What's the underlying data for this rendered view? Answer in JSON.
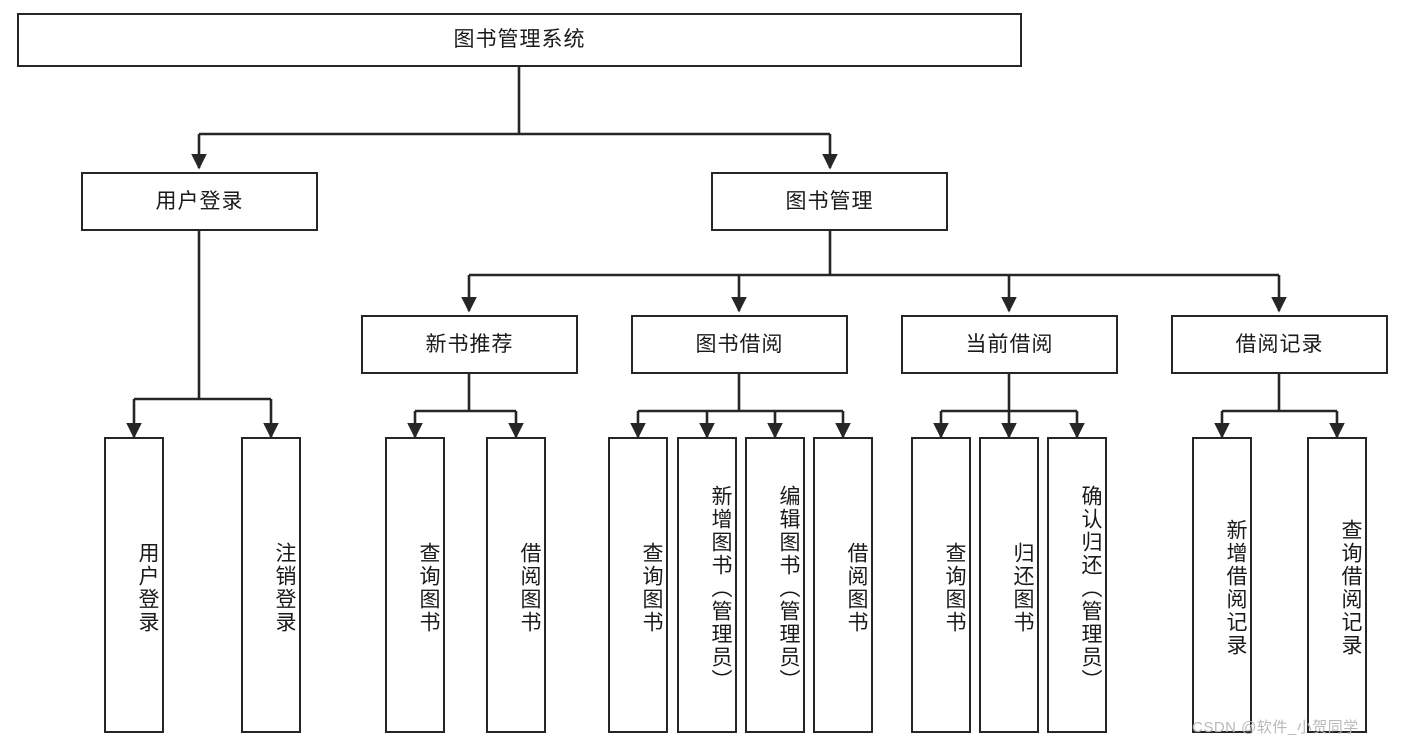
{
  "diagram": {
    "title": "图书管理系统",
    "type": "functional-decomposition-tree",
    "watermark": "CSDN @软件_小贺同学",
    "colors": {
      "stroke": "#262626",
      "text": "#1a1a1a",
      "background": "#ffffff",
      "watermark": "#b9b9b9"
    },
    "nodes": {
      "root": {
        "label": "图书管理系统"
      },
      "level2": [
        {
          "id": "user-login",
          "label": "用户登录"
        },
        {
          "id": "book-manage",
          "label": "图书管理"
        }
      ],
      "level3": [
        {
          "id": "new-book-rec",
          "label": "新书推荐"
        },
        {
          "id": "book-borrow",
          "label": "图书借阅"
        },
        {
          "id": "current-borrow",
          "label": "当前借阅"
        },
        {
          "id": "borrow-record",
          "label": "借阅记录"
        }
      ],
      "leaves": [
        {
          "id": "leaf-user-login",
          "label": "用户登录",
          "parent": "user-login"
        },
        {
          "id": "leaf-logout-login",
          "label": "注销登录",
          "parent": "user-login"
        },
        {
          "id": "leaf-query-book-1",
          "label": "查询图书",
          "parent": "new-book-rec"
        },
        {
          "id": "leaf-borrow-book-1",
          "label": "借阅图书",
          "parent": "new-book-rec"
        },
        {
          "id": "leaf-query-book-2",
          "label": "查询图书",
          "parent": "book-borrow"
        },
        {
          "id": "leaf-add-book",
          "label": "新增图书（管理员）",
          "parent": "book-borrow"
        },
        {
          "id": "leaf-edit-book",
          "label": "编辑图书（管理员）",
          "parent": "book-borrow"
        },
        {
          "id": "leaf-borrow-book-2",
          "label": "借阅图书",
          "parent": "book-borrow"
        },
        {
          "id": "leaf-query-book-3",
          "label": "查询图书",
          "parent": "current-borrow"
        },
        {
          "id": "leaf-return-book",
          "label": "归还图书",
          "parent": "current-borrow"
        },
        {
          "id": "leaf-confirm-return",
          "label": "确认归还（管理员）",
          "parent": "current-borrow"
        },
        {
          "id": "leaf-add-record",
          "label": "新增借阅记录",
          "parent": "borrow-record"
        },
        {
          "id": "leaf-query-record",
          "label": "查询借阅记录",
          "parent": "borrow-record"
        }
      ]
    }
  }
}
